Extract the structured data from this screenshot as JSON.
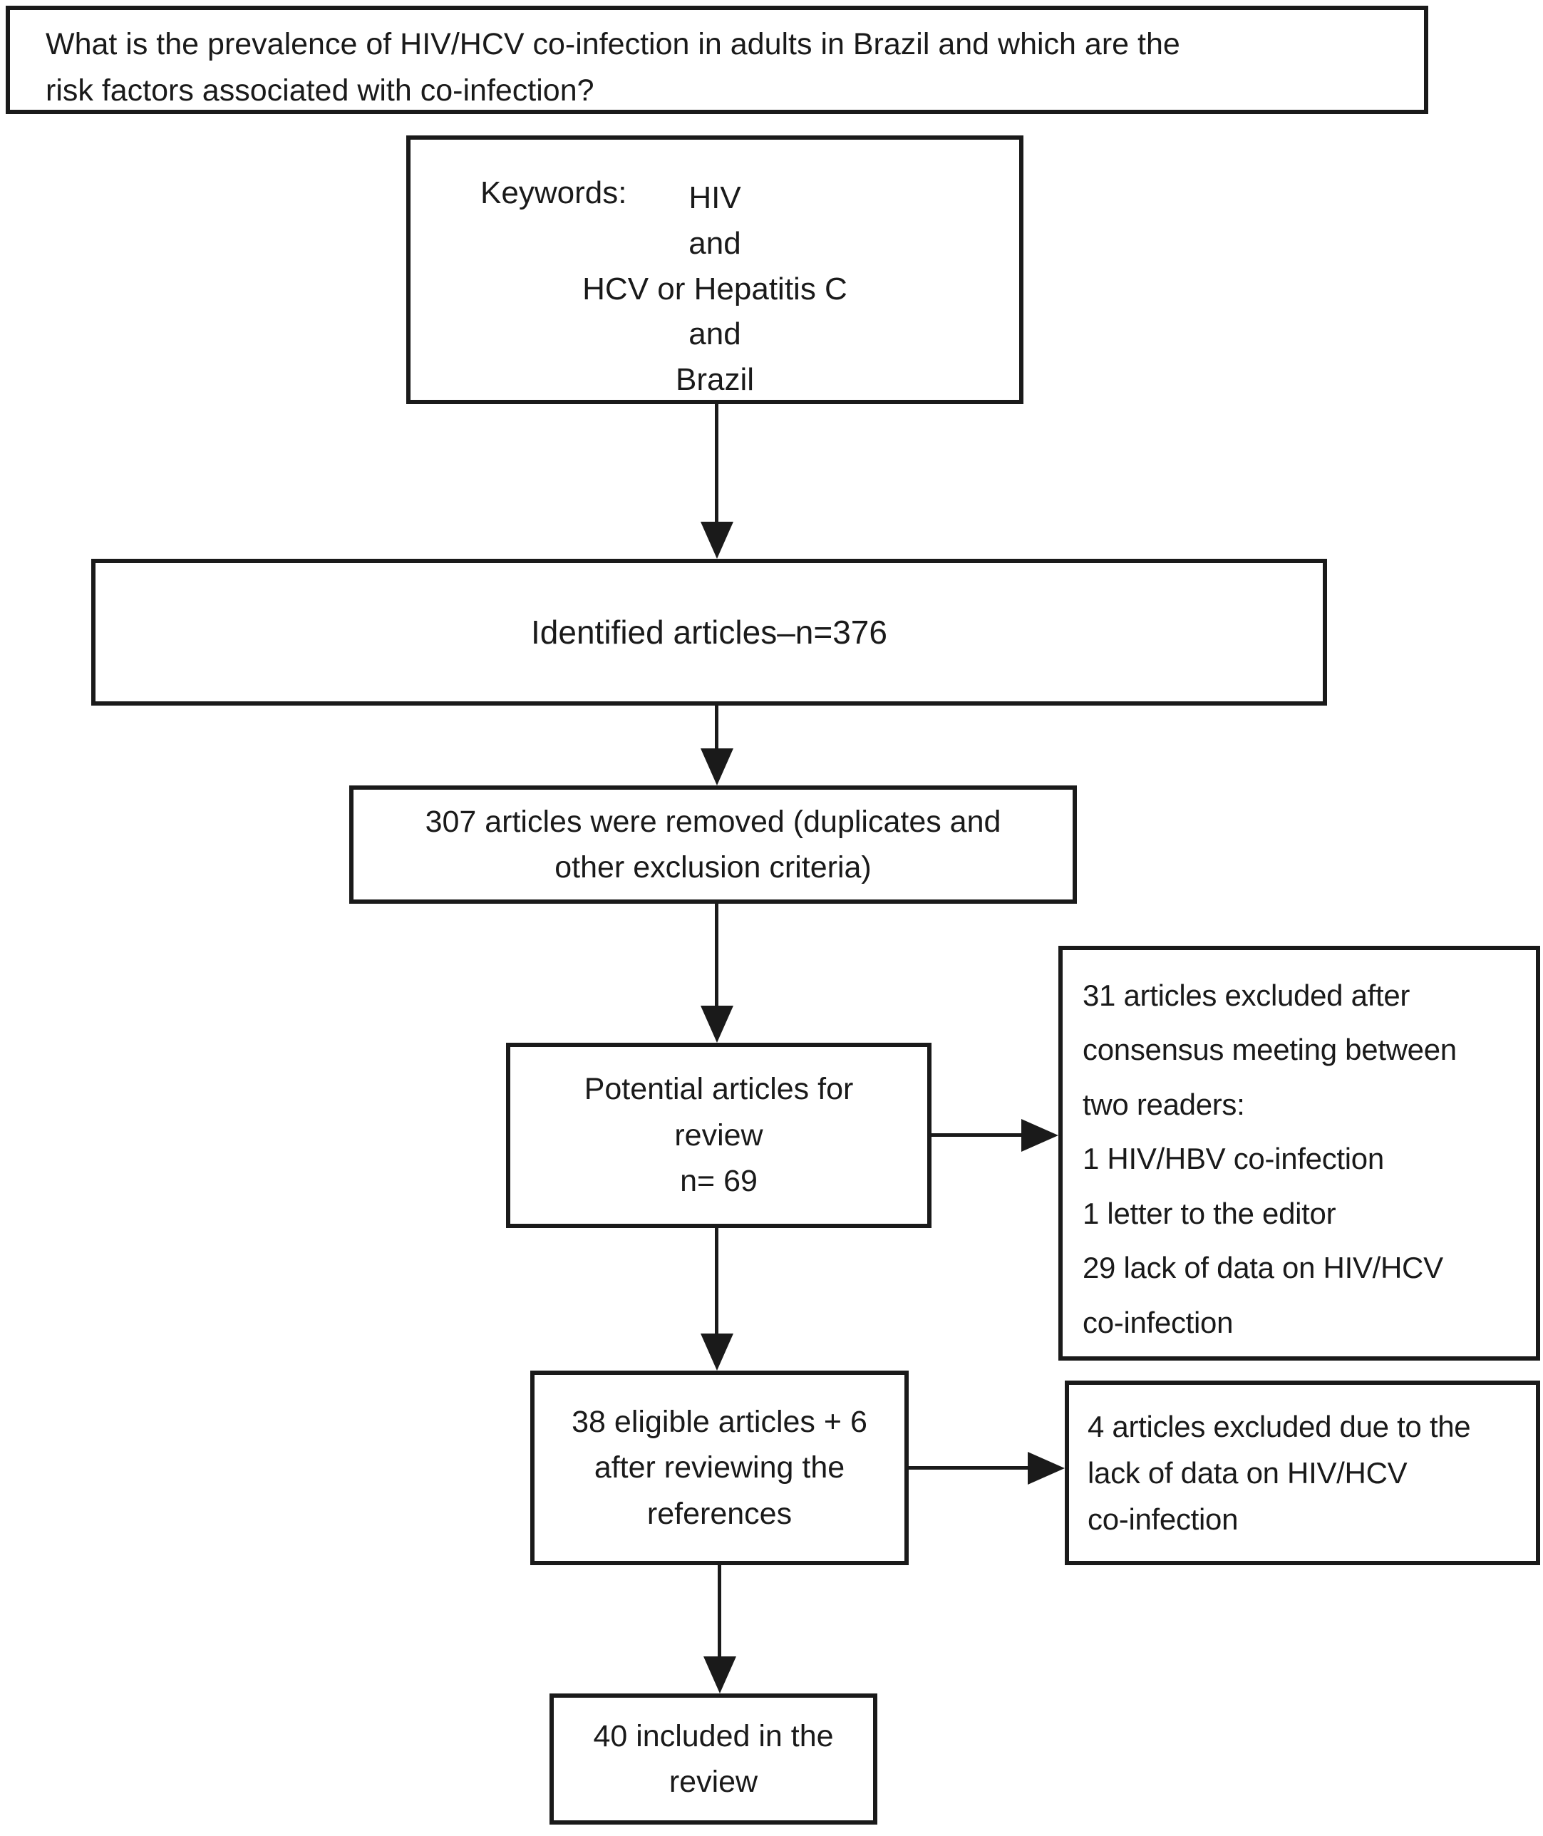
{
  "figure": {
    "colors": {
      "ink": "#1a1a1a",
      "background": "#ffffff"
    },
    "question_box": {
      "lines": [
        "What is the prevalence of HIV/HCV co-infection in adults in Brazil and which are the",
        "risk factors associated with co-infection?"
      ]
    },
    "keywords_box": {
      "label": "Keywords:",
      "lines": [
        "HIV",
        "and",
        "HCV or Hepatitis C",
        "and",
        "Brazil"
      ]
    },
    "identified_box": {
      "text": "Identified articles–n=376"
    },
    "removed_box": {
      "lines": [
        "307 articles were removed (duplicates and",
        "other exclusion criteria)"
      ]
    },
    "potential_box": {
      "lines": [
        "Potential articles for",
        "review",
        "n= 69"
      ]
    },
    "consensus_exclusion_box": {
      "lines": [
        "31 articles excluded after",
        "consensus meeting between",
        "two readers:",
        "1 HIV/HBV co-infection",
        "1 letter to the editor",
        "29 lack of data on HIV/HCV",
        "co-infection"
      ]
    },
    "eligible_box": {
      "lines": [
        "38 eligible articles + 6",
        "after reviewing the",
        "references"
      ]
    },
    "reference_exclusion_box": {
      "lines": [
        "4 articles excluded due to the",
        "lack of data on HIV/HCV",
        "co-infection"
      ]
    },
    "included_box": {
      "lines": [
        "40 included in the",
        "review"
      ]
    }
  }
}
